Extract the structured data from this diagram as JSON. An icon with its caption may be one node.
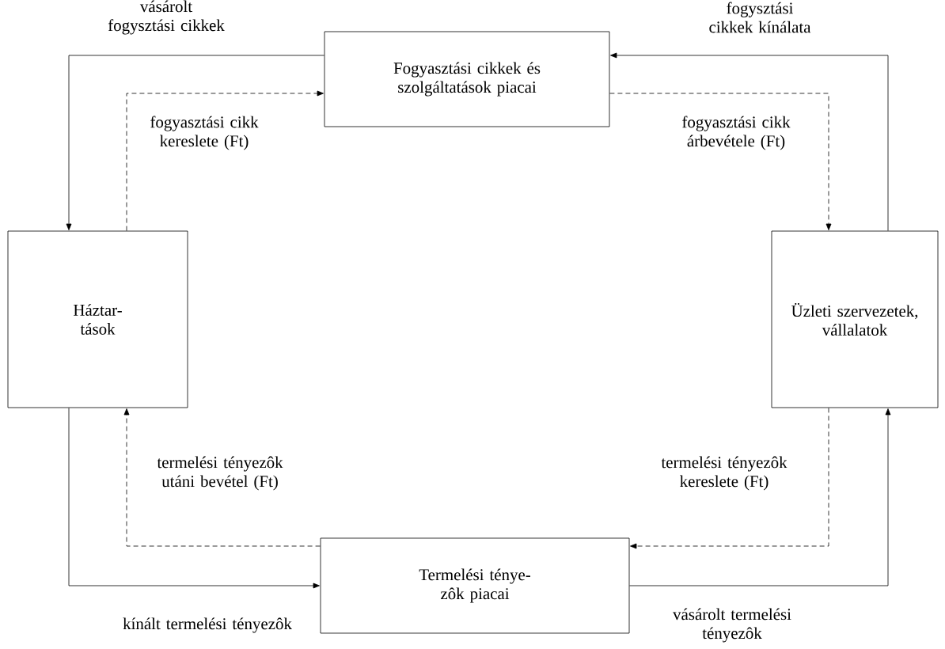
{
  "diagram": {
    "nodes": [
      {
        "text": [
          "Fogyasztási cikkek és szolgáltatások piacai"
        ]
      },
      {
        "text": [
          "Háztar- tások"
        ]
      },
      {
        "text": [
          "Üzleti szervezetek, vállalatok"
        ]
      },
      {
        "text": [
          "Termelési ténye- zôk piacai"
        ]
      }
    ],
    "edges": [
      {
        "from": 0,
        "to": 1,
        "arrow": "to",
        "label": "vásárolt fogysztási cikkek"
      },
      {
        "from": 1,
        "to": 0,
        "arrow": "to",
        "style": "dashed",
        "label": "fogyasztási cikk kereslete (Ft)"
      },
      {
        "from": 2,
        "to": 0,
        "arrow": "to",
        "label": "fogysztási cikkek kínálata"
      },
      {
        "from": 0,
        "to": 2,
        "arrow": "to",
        "style": "dashed",
        "label": "fogyasztási cikk árbevétele (Ft)"
      },
      {
        "from": 3,
        "to": 1,
        "arrow": "to",
        "style": "dashed",
        "label": "termelési tényezôk utáni bevétel (Ft)"
      },
      {
        "from": 1,
        "to": 3,
        "arrow": "to",
        "label": "kínált termelési tényezôk"
      },
      {
        "from": 2,
        "to": 3,
        "arrow": "to",
        "style": "dashed",
        "label": "termelési tényezôk kereslete (Ft)"
      },
      {
        "from": 3,
        "to": 2,
        "arrow": "to",
        "label": "vásárolt termelési tényezôk"
      }
    ]
  }
}
